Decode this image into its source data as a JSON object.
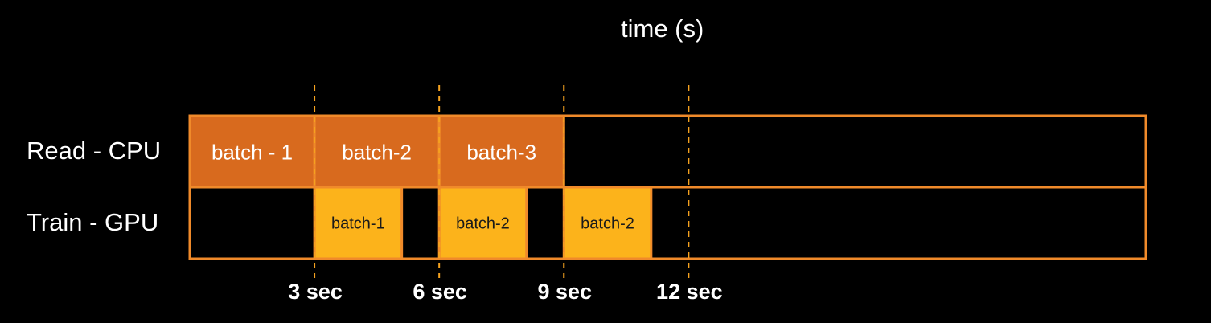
{
  "title": "time (s)",
  "rows": [
    {
      "label": "Read - CPU"
    },
    {
      "label": "Train - GPU"
    }
  ],
  "timeline": {
    "start": 0,
    "end": 23,
    "ticks": [
      {
        "value": 3,
        "label": "3 sec"
      },
      {
        "value": 6,
        "label": "6 sec"
      },
      {
        "value": 9,
        "label": "9 sec"
      },
      {
        "value": 12,
        "label": "12 sec"
      }
    ]
  },
  "segments": [
    {
      "row": 0,
      "start": 0,
      "end": 3,
      "label": "batch - 1"
    },
    {
      "row": 0,
      "start": 3,
      "end": 6,
      "label": "batch-2"
    },
    {
      "row": 0,
      "start": 6,
      "end": 9,
      "label": "batch-3"
    },
    {
      "row": 1,
      "start": 3,
      "end": 5.1,
      "label": "batch-1"
    },
    {
      "row": 1,
      "start": 6,
      "end": 8.1,
      "label": "batch-2"
    },
    {
      "row": 1,
      "start": 9,
      "end": 11.1,
      "label": "batch-2"
    }
  ],
  "colors": {
    "background": "#000000",
    "outline": "#f08a2a",
    "cpu_fill": "#d86a1e",
    "gpu_fill": "#fcb31b",
    "guide": "#f5a21f",
    "text_light": "#ffffff",
    "text_dark": "#1a1a1a"
  }
}
